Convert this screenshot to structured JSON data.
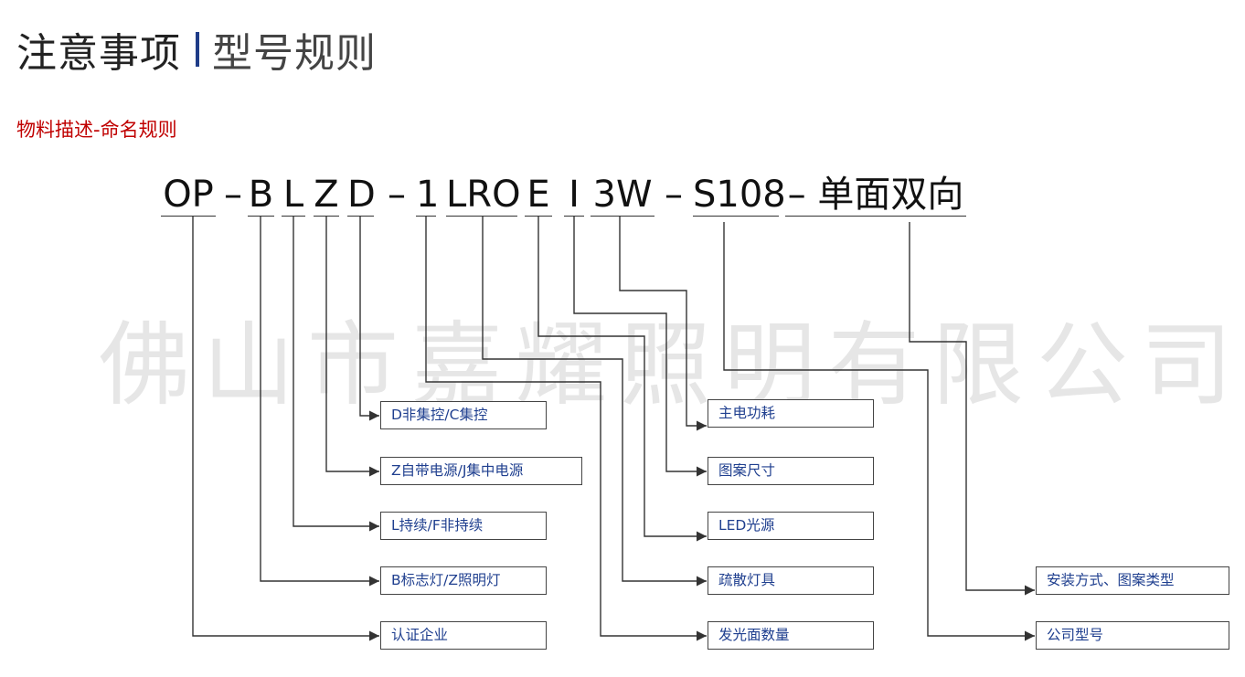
{
  "header": {
    "title": "注意事项",
    "subtitle": "型号规则",
    "separator_color": "#1f3c88"
  },
  "section_label": "物料描述-命名规则",
  "accent_color": "#c00000",
  "watermark": "佛山市嘉耀照明有限公司",
  "code_segments": {
    "op": "OP",
    "d1": "–",
    "b": "B",
    "l": "L",
    "z": "Z",
    "d": "D",
    "d2": "–",
    "one": "1",
    "lro": "LRO",
    "e": "E",
    "i": "I",
    "w3": "3W",
    "d3": "–",
    "s108": "S108",
    "tail": "– 单面双向"
  },
  "boxes": {
    "d_noncentral": "D非集控/C集控",
    "z_selfpower": "Z自带电源/J集中电源",
    "l_maintained": "L持续/F非持续",
    "b_sign": "B标志灯/Z照明灯",
    "certified": "认证企业",
    "main_power": "主电功耗",
    "pattern_size": "图案尺寸",
    "led_source": "LED光源",
    "evac_light": "疏散灯具",
    "emit_faces": "发光面数量",
    "install_pattern": "安装方式、图案类型",
    "company_model": "公司型号"
  }
}
